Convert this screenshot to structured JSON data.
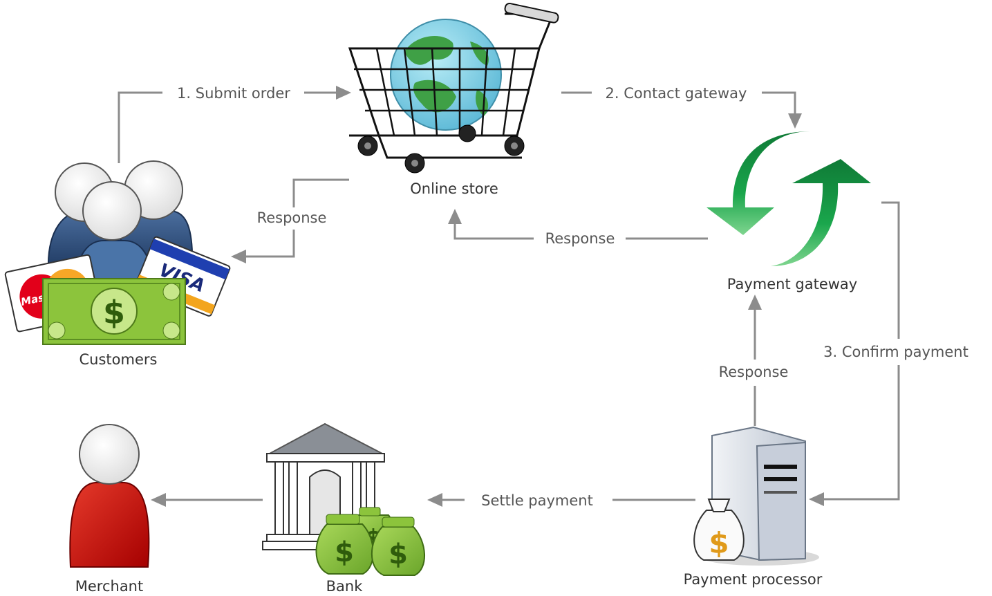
{
  "nodes": {
    "customers": {
      "label": "Customers"
    },
    "online_store": {
      "label": "Online store"
    },
    "payment_gateway": {
      "label": "Payment gateway"
    },
    "payment_processor": {
      "label": "Payment processor"
    },
    "bank": {
      "label": "Bank"
    },
    "merchant": {
      "label": "Merchant"
    }
  },
  "edges": {
    "submit_order": {
      "label": "1. Submit order"
    },
    "contact_gateway": {
      "label": "2. Contact gateway"
    },
    "confirm_payment": {
      "label": "3. Confirm payment"
    },
    "store_response": {
      "label": "Response"
    },
    "gateway_response": {
      "label": "Response"
    },
    "processor_response": {
      "label": "Response"
    },
    "settle_payment": {
      "label": "Settle payment"
    }
  },
  "card_brands": {
    "mastercard": "MasterCard",
    "visa": "VISA"
  },
  "currency_symbol": "$",
  "colors": {
    "connector": "#8c8c8c",
    "gateway_arrows": "#17a04a",
    "merchant": "#cc0000",
    "customers": "#2e4c78",
    "money": "#8cc43c"
  }
}
